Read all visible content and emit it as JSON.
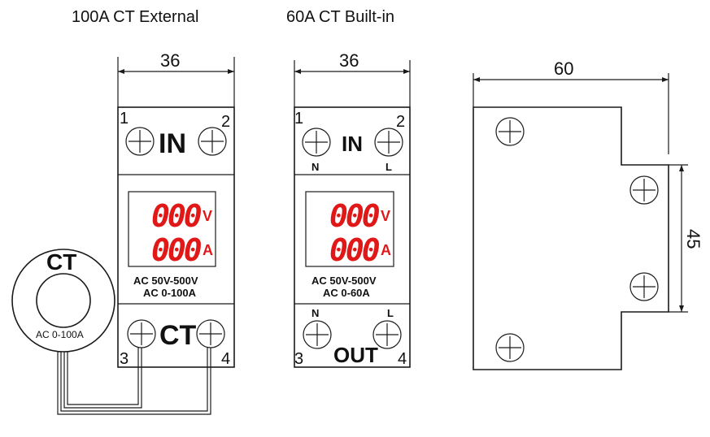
{
  "headings": {
    "external": "100A CT External",
    "builtin": "60A CT Built-in"
  },
  "dimensions": {
    "width_external": "36",
    "width_builtin": "36",
    "depth": "60",
    "height": "45"
  },
  "external_device": {
    "in_label": "IN",
    "out_label": "CT",
    "terminals": [
      "1",
      "2",
      "3",
      "4"
    ],
    "display_voltage": "000",
    "display_voltage_unit": "V",
    "display_current": "000",
    "display_current_unit": "A",
    "spec_voltage": "AC 50V-500V",
    "spec_current": "AC 0-100A"
  },
  "builtin_device": {
    "in_label": "IN",
    "out_label": "OUT",
    "terminals": [
      "1",
      "2",
      "3",
      "4"
    ],
    "top_n": "N",
    "top_l": "L",
    "bottom_n": "N",
    "bottom_l": "L",
    "display_voltage": "000",
    "display_voltage_unit": "V",
    "display_current": "000",
    "display_current_unit": "A",
    "spec_voltage": "AC 50V-500V",
    "spec_current": "AC 0-60A"
  },
  "ct_ring": {
    "label": "CT",
    "spec": "AC 0-100A"
  },
  "colors": {
    "display_digits": "#e01818",
    "line": "#1a1a1a"
  }
}
